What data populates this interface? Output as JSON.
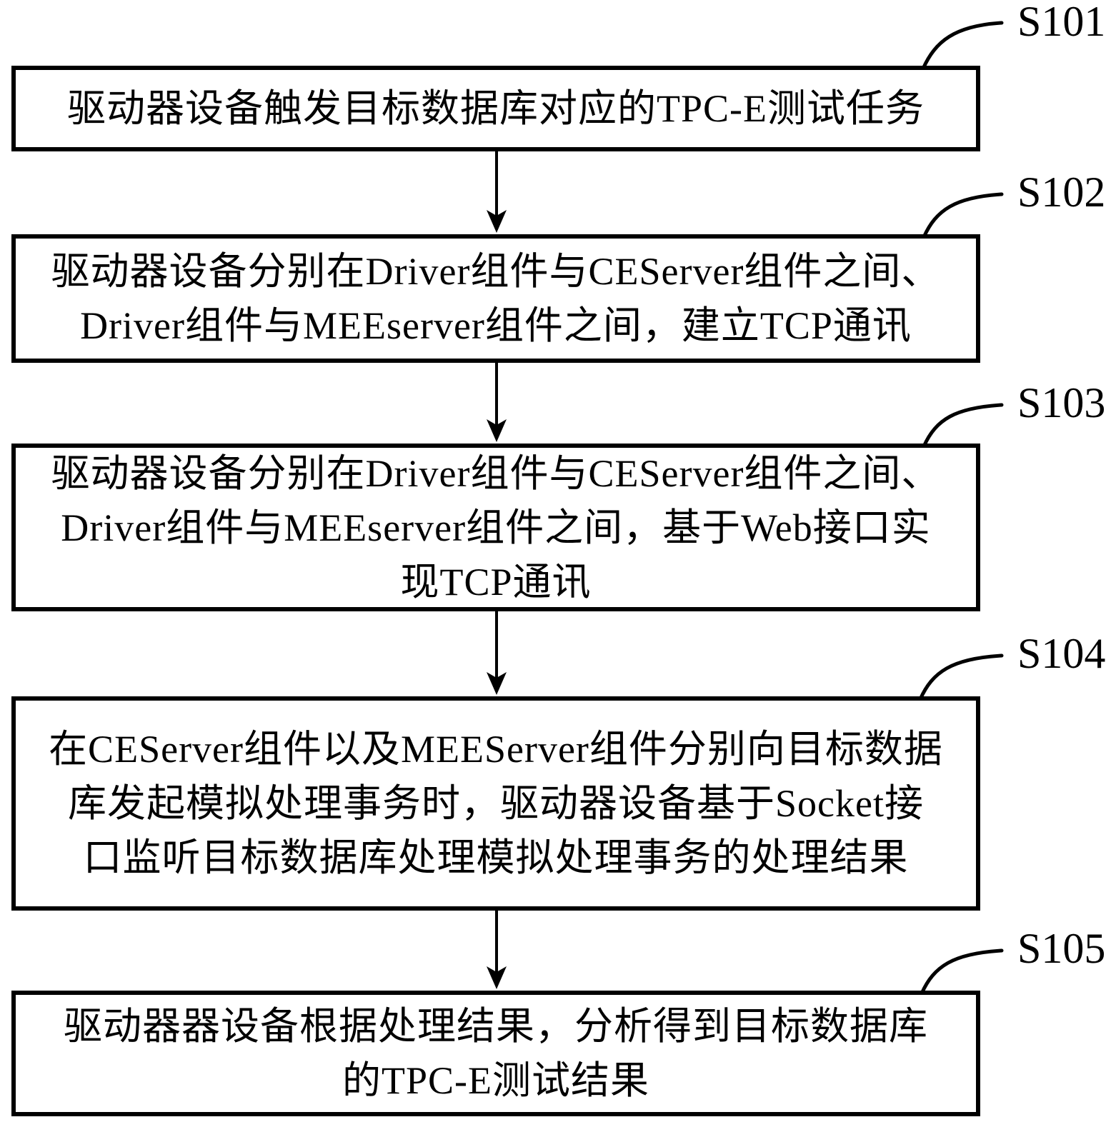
{
  "figure": {
    "type": "flowchart",
    "background_color": "#ffffff",
    "line_color": "#000000"
  },
  "steps": [
    {
      "id": "S101",
      "label": "S101",
      "lines": [
        "驱动器设备触发目标数据库对应的TPC-E测试任务"
      ]
    },
    {
      "id": "S102",
      "label": "S102",
      "lines": [
        "驱动器设备分别在Driver组件与CEServer组件之间、",
        "Driver组件与MEEserver组件之间，建立TCP通讯"
      ]
    },
    {
      "id": "S103",
      "label": "S103",
      "lines": [
        "驱动器设备分别在Driver组件与CEServer组件之间、",
        "Driver组件与MEEserver组件之间，基于Web接口实",
        "现TCP通讯"
      ]
    },
    {
      "id": "S104",
      "label": "S104",
      "lines": [
        "在CEServer组件以及MEEServer组件分别向目标数据",
        "库发起模拟处理事务时，驱动器设备基于Socket接",
        "口监听目标数据库处理模拟处理事务的处理结果"
      ]
    },
    {
      "id": "S105",
      "label": "S105",
      "lines": [
        "驱动器器设备根据处理结果，分析得到目标数据库",
        "的TPC-E测试结果"
      ]
    }
  ]
}
